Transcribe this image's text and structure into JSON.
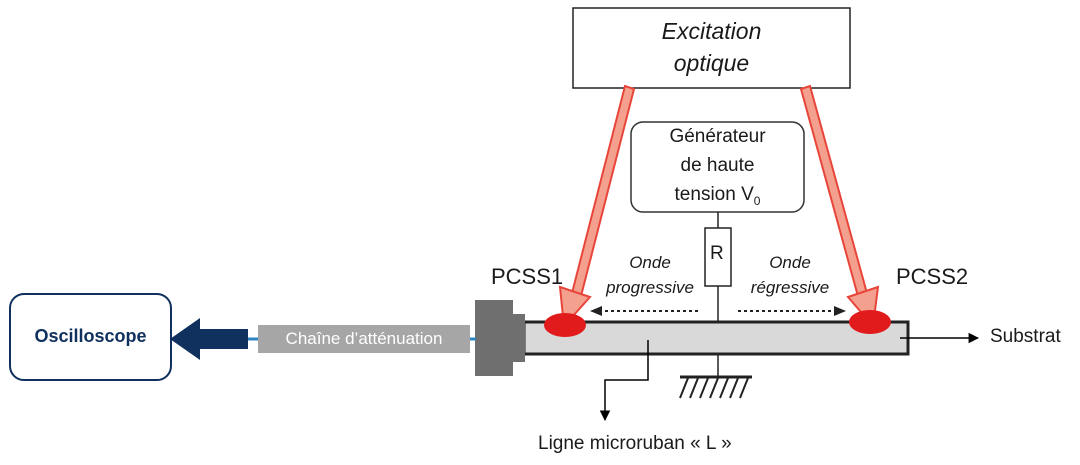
{
  "excitation": {
    "line1": "Excitation",
    "line2": "optique"
  },
  "generator": {
    "line1": "Générateur",
    "line2": "de haute",
    "line3_prefix": "tension V",
    "line3_sub": "0"
  },
  "resistor": {
    "label": "R"
  },
  "pcss1": {
    "label": "PCSS1"
  },
  "pcss2": {
    "label": "PCSS2"
  },
  "wave_progressive": {
    "line1": "Onde",
    "line2": "progressive"
  },
  "wave_regressive": {
    "line1": "Onde",
    "line2": "régressive"
  },
  "oscilloscope": {
    "label": "Oscilloscope"
  },
  "attenuation": {
    "label": "Chaîne d’atténuation"
  },
  "substrat": {
    "label": "Substrat"
  },
  "microstrip": {
    "label": "Ligne microruban « L »"
  },
  "colors": {
    "laser_fill": "#f4a08f",
    "laser_edge": "#e8453a",
    "pcss": "#e11b1b",
    "navy": "#10305e",
    "gray_block": "#a6a6a6",
    "connector": "#6f6f6f",
    "substrate": "#d9d9d9"
  }
}
